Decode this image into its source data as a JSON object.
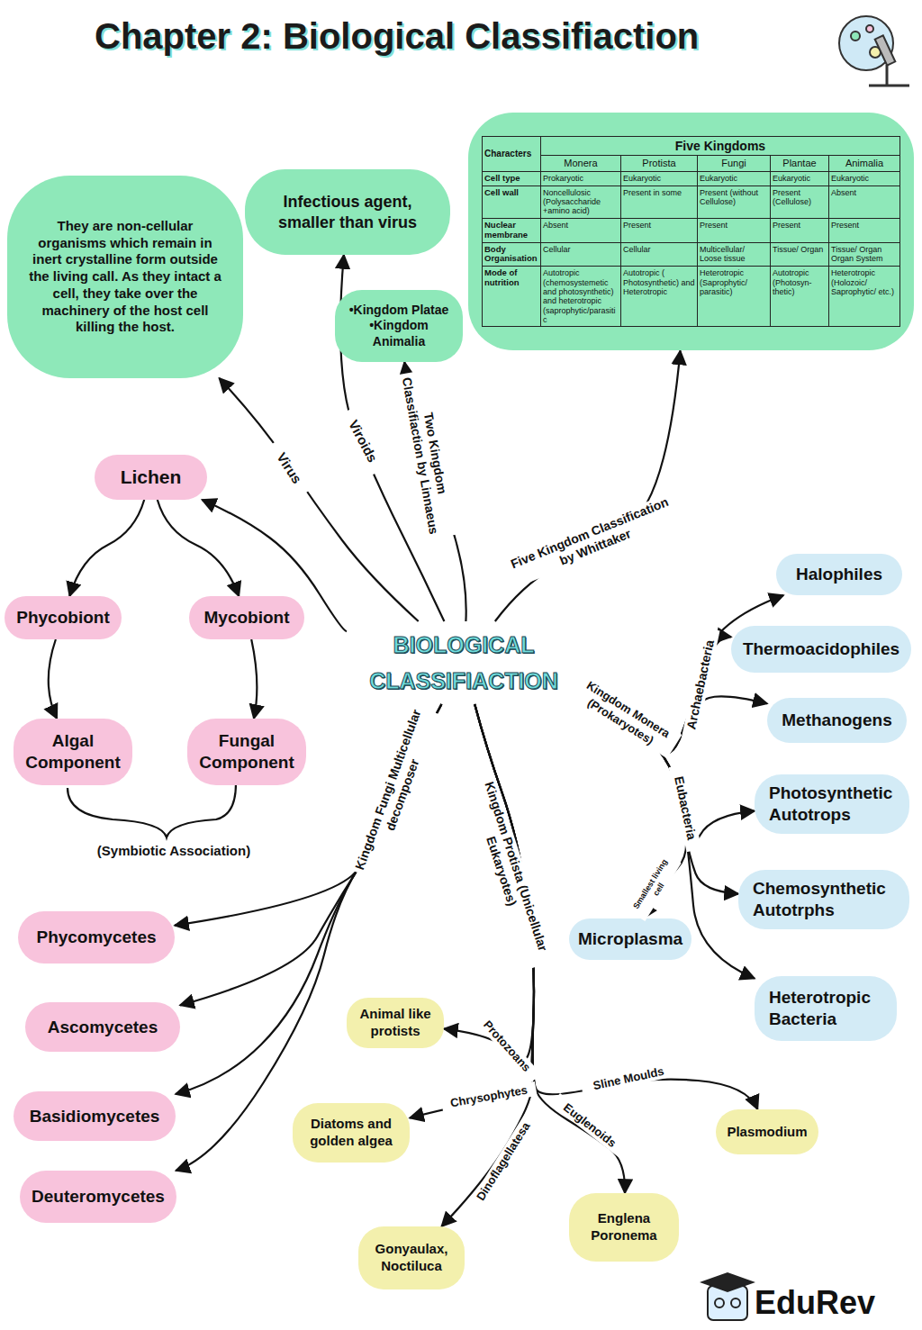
{
  "diagram": {
    "title": "Chapter 2: Biological Classifiaction",
    "nodes": [
      {
        "text": [
          "They are non-cellular organisms which remain in inert crystalline form outside the living call. As they intact a cell, they take over the machinery of the host cell killing the host."
        ]
      },
      {
        "text": [
          "Infectious agent, smaller than virus"
        ]
      },
      {
        "text": [
          "•Kingdom Platae",
          "•Kingdom Animalia"
        ]
      },
      {
        "text": [
          "Characters",
          "Five Kingdoms",
          "Monera",
          "Protista",
          "Fungi",
          "Plantae",
          "Animalia",
          "Cell type",
          "Prokaryotic",
          "Eukaryotic",
          "Eukaryotic",
          "Eukaryotic",
          "Eukaryotic",
          "Cell wall",
          "Noncellulosic (Polysaccharide +amino acid)",
          "Present in some",
          "Present (without Cellulose)",
          "Present (Cellulose)",
          "Absent",
          "Nuclear membrane",
          "Absent",
          "Present",
          "Present",
          "Present",
          "Present",
          "Body Organisation",
          "Cellular",
          "Cellular",
          "Multicellular/ Loose tissue",
          "Tissue/ Organ",
          "Tissue/ Organ Organ System",
          "Mode of nutrition",
          "Autotropic (chemosystemetic and photosynthetic) and heterotropic (saprophytic/parasitic",
          "Autotropic ( Photosynthetic) and Heterotropic",
          "Heterotropic (Saprophytic/ parasitic)",
          "Autotropic (Photosyn- thetic)",
          "Heterotropic (Holozoic/ Saprophytic/ etc.)"
        ]
      },
      {
        "text": [
          "BIOLOGICAL CLASSIFIACTION"
        ]
      },
      {
        "text": [
          "Lichen"
        ]
      },
      {
        "text": [
          "Phycobiont"
        ]
      },
      {
        "text": [
          "Mycobiont"
        ]
      },
      {
        "text": [
          "Algal Component"
        ]
      },
      {
        "text": [
          "Fungal Component"
        ]
      },
      {
        "text": [
          "Halophiles"
        ]
      },
      {
        "text": [
          "Thermoacidophiles"
        ]
      },
      {
        "text": [
          "Methanogens"
        ]
      },
      {
        "text": [
          "Photosynthetic Autotrops"
        ]
      },
      {
        "text": [
          "Chemosynthetic Autotrphs"
        ]
      },
      {
        "text": [
          "Microplasma"
        ]
      },
      {
        "text": [
          "Heterotropic Bacteria"
        ]
      },
      {
        "text": [
          "Phycomycetes"
        ]
      },
      {
        "text": [
          "Ascomycetes"
        ]
      },
      {
        "text": [
          "Basidiomycetes"
        ]
      },
      {
        "text": [
          "Deuteromycetes"
        ]
      },
      {
        "text": [
          "Animal like protists"
        ]
      },
      {
        "text": [
          "Diatoms and golden algea"
        ]
      },
      {
        "text": [
          "Gonyaulax, Noctiluca"
        ]
      },
      {
        "text": [
          "Plasmodium"
        ]
      },
      {
        "text": [
          "Englena Poronema"
        ]
      }
    ],
    "edges": [
      {
        "from": 4,
        "to": 0,
        "arrow": "to",
        "label": "Virus"
      },
      {
        "from": 4,
        "to": 1,
        "arrow": "to",
        "label": "Viroids"
      },
      {
        "from": 4,
        "to": 2,
        "arrow": "to",
        "label": "Two Kingdom Classifiaction by Linnaeus"
      },
      {
        "from": 4,
        "to": 3,
        "arrow": "to",
        "label": "Five Kingdom Classification by Whittaker"
      },
      {
        "from": 4,
        "to": 5,
        "arrow": "to"
      },
      {
        "from": 5,
        "to": 6,
        "arrow": "to"
      },
      {
        "from": 5,
        "to": 7,
        "arrow": "to"
      },
      {
        "from": 6,
        "to": 8,
        "arrow": "to"
      },
      {
        "from": 7,
        "to": 9,
        "arrow": "to"
      },
      {
        "from": 4,
        "to": 10,
        "arrow": "to"
      },
      {
        "from": 4,
        "to": 11,
        "arrow": "to"
      },
      {
        "from": 4,
        "to": 12,
        "arrow": "to"
      },
      {
        "from": 4,
        "to": 13,
        "arrow": "to"
      },
      {
        "from": 4,
        "to": 14,
        "arrow": "to"
      },
      {
        "from": 4,
        "to": 15,
        "arrow": "to",
        "label": "Smallest living cell"
      },
      {
        "from": 4,
        "to": 16,
        "arrow": "to"
      },
      {
        "from": 4,
        "to": 17,
        "arrow": "to"
      },
      {
        "from": 4,
        "to": 18,
        "arrow": "to"
      },
      {
        "from": 4,
        "to": 19,
        "arrow": "to"
      },
      {
        "from": 4,
        "to": 20,
        "arrow": "to"
      },
      {
        "from": 4,
        "to": 21,
        "arrow": "to",
        "label": "Protozoans"
      },
      {
        "from": 4,
        "to": 22,
        "arrow": "to",
        "label": "Chrysophytes"
      },
      {
        "from": 4,
        "to": 23,
        "arrow": "to",
        "label": "Dinoflagellatesa"
      },
      {
        "from": 4,
        "to": 24,
        "arrow": "to",
        "label": "Sline Moulds"
      },
      {
        "from": 4,
        "to": 25,
        "arrow": "to",
        "label": "Euglenoids"
      }
    ],
    "labels": [
      "Kingdom Monera (Prokaryotes)",
      "Archaebacteria",
      "Eubacteria",
      "Kingdom Fungi Multicellular decomposer",
      "Kingdom Protista (Unicellular Eukaryotes)",
      "(Symbiotic Association)",
      "EduRev"
    ]
  }
}
